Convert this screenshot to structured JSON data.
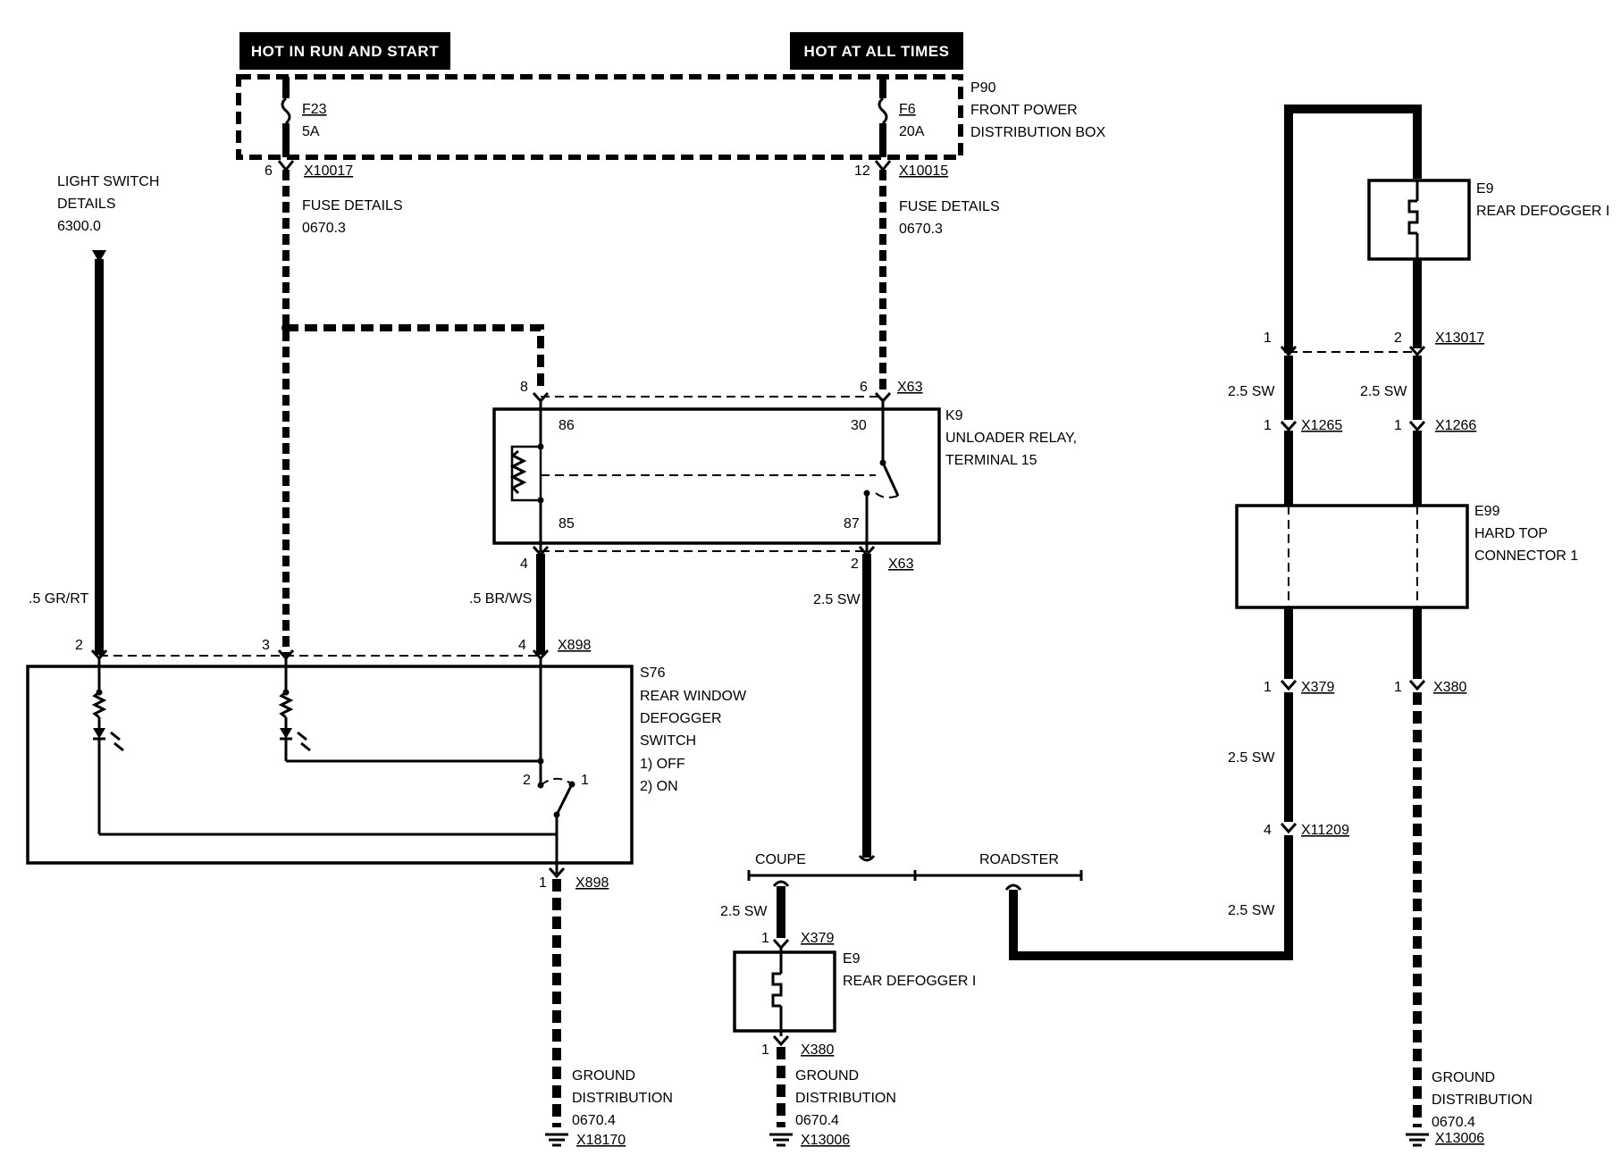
{
  "headers": {
    "hot_run_start": "HOT IN RUN AND START",
    "hot_all_times": "HOT AT ALL TIMES"
  },
  "fuse_box": {
    "id": "P90",
    "line1": "FRONT POWER",
    "line2": "DISTRIBUTION BOX",
    "fuse_left_id": "F23",
    "fuse_left_rating": "5A",
    "fuse_right_id": "F6",
    "fuse_right_rating": "20A"
  },
  "connectors": {
    "left_pin": "6",
    "left_id": "X10017",
    "right_pin": "12",
    "right_id": "X10015"
  },
  "fuse_details_left": {
    "line1": "FUSE DETAILS",
    "line2": "0670.3"
  },
  "fuse_details_right": {
    "line1": "FUSE DETAILS",
    "line2": "0670.3"
  },
  "light_switch": {
    "line1": "LIGHT SWITCH",
    "line2": "DETAILS",
    "line3": "6300.0"
  },
  "relay": {
    "id": "K9",
    "line1": "UNLOADER RELAY,",
    "line2": "TERMINAL 15",
    "t86": "86",
    "t30": "30",
    "t85": "85",
    "t87": "87",
    "top_pin_left": "8",
    "top_pin_right": "6",
    "top_conn": "X63",
    "bot_pin_left": "4",
    "bot_pin_right": "2",
    "bot_conn": "X63"
  },
  "wires": {
    "gr_rt": ".5 GR/RT",
    "br_ws": ".5 BR/WS",
    "sw_relay": "2.5 SW",
    "sw_coupe": "2.5 SW",
    "sw_x1265": "2.5 SW",
    "sw_x1266": "2.5 SW",
    "sw_x379_right": "2.5 SW",
    "sw_x11209": "2.5 SW"
  },
  "switch": {
    "id": "S76",
    "line1": "REAR WINDOW",
    "line2": "DEFOGGER",
    "line3": "SWITCH",
    "opt1": "1)   OFF",
    "opt2": "2)   ON",
    "pin2": "2",
    "pin3": "3",
    "pin4": "4",
    "top_conn": "X898",
    "contact2": "2",
    "contact1": "1",
    "bot_pin": "1",
    "bot_conn": "X898"
  },
  "ground_left": {
    "line1": "GROUND",
    "line2": "DISTRIBUTION",
    "line3": "0670.4",
    "conn": "X18170"
  },
  "variants": {
    "coupe": "COUPE",
    "roadster": "ROADSTER"
  },
  "coupe_defogger": {
    "top_pin": "1",
    "top_conn": "X379",
    "id": "E9",
    "name": "REAR DEFOGGER I",
    "bot_pin": "1",
    "bot_conn": "X380"
  },
  "ground_mid": {
    "line1": "GROUND",
    "line2": "DISTRIBUTION",
    "line3": "0670.4",
    "conn": "X13006"
  },
  "right_defogger": {
    "id": "E9",
    "name": "REAR DEFOGGER I"
  },
  "x13017": {
    "pin_left": "1",
    "pin_right": "2",
    "conn": "X13017"
  },
  "x1265": {
    "pin": "1",
    "conn": "X1265"
  },
  "x1266": {
    "pin": "1",
    "conn": "X1266"
  },
  "hardtop": {
    "id": "E99",
    "line1": "HARD TOP",
    "line2": "CONNECTOR 1"
  },
  "x379_right": {
    "pin": "1",
    "conn": "X379"
  },
  "x380_right": {
    "pin": "1",
    "conn": "X380"
  },
  "x11209": {
    "pin": "4",
    "conn": "X11209"
  },
  "ground_right": {
    "line1": "GROUND",
    "line2": "DISTRIBUTION",
    "line3": "0670.4",
    "conn": "X13006"
  }
}
